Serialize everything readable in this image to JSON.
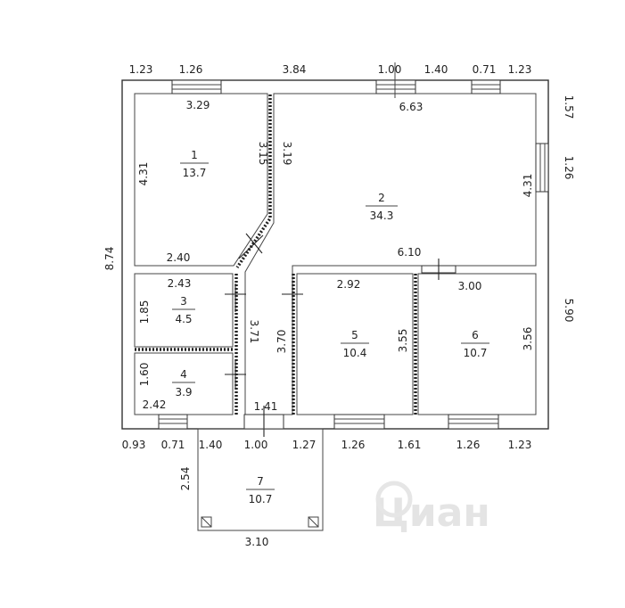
{
  "rooms": [
    {
      "number": "1",
      "area": "13.7"
    },
    {
      "number": "2",
      "area": "34.3"
    },
    {
      "number": "3",
      "area": "4.5"
    },
    {
      "number": "4",
      "area": "3.9"
    },
    {
      "number": "5",
      "area": "10.4"
    },
    {
      "number": "6",
      "area": "10.7"
    },
    {
      "number": "7",
      "area": "10.7"
    }
  ],
  "top_dims": [
    "1.23",
    "1.26",
    "3.84",
    "1.00",
    "1.40",
    "0.71",
    "1.23"
  ],
  "bottom_dims": [
    "0.93",
    "0.71",
    "1.40",
    "1.00",
    "1.27",
    "1.26",
    "1.61",
    "1.26",
    "1.23"
  ],
  "left_total": "8.74",
  "right_dims": [
    "1.57",
    "1.26",
    "5.90"
  ],
  "inner_dims": {
    "r1_top": "3.29",
    "r2_top": "6.63",
    "r1_left": "4.31",
    "r2_right": "4.31",
    "wall_a": "3.15",
    "wall_b": "3.19",
    "r1_bottom": "2.40",
    "r2_bottom": "6.10",
    "r3_top": "2.43",
    "r3_left": "1.85",
    "corridor": "3.71",
    "r5_left": "3.70",
    "r5_top": "2.92",
    "r6_top": "3.00",
    "r5_right": "3.55",
    "r6_right": "3.56",
    "r4_left": "1.60",
    "r4_bottom": "2.42",
    "entry": "1.41",
    "porch_left": "2.54",
    "porch_bottom": "3.10"
  },
  "watermark": "Циан"
}
